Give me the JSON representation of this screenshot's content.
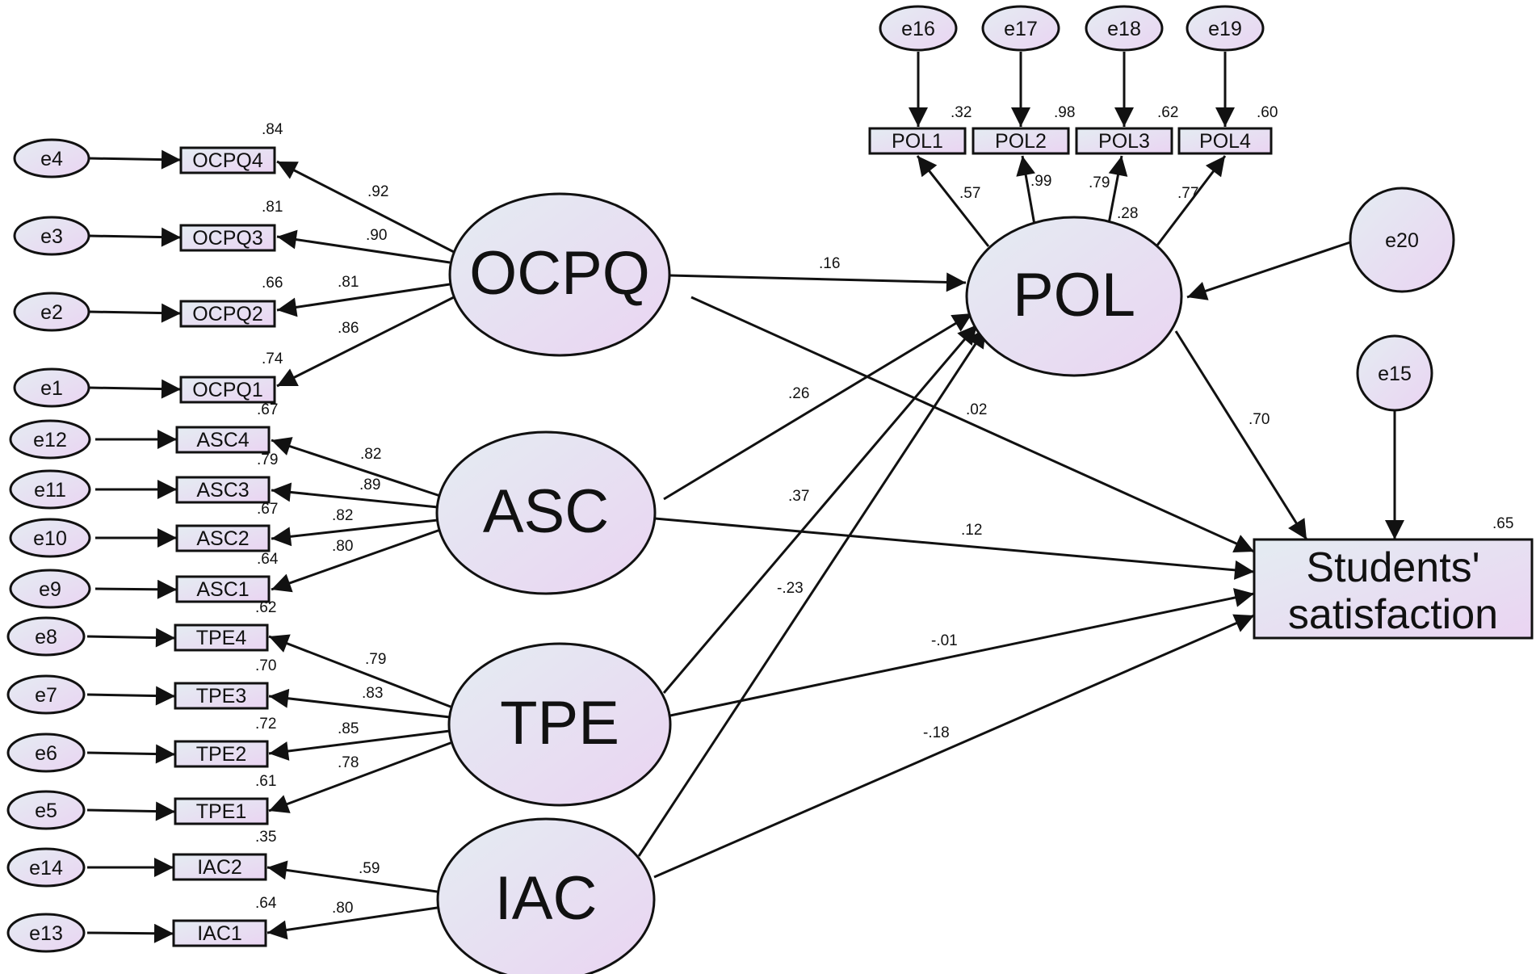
{
  "colors": {
    "node_fill_start": "#e4ecf2",
    "node_fill_end": "#ead4f2",
    "stroke": "#111111"
  },
  "latents": {
    "ocpq": "OCPQ",
    "asc": "ASC",
    "tpe": "TPE",
    "iac": "IAC",
    "pol": "POL"
  },
  "outcome": {
    "line1": "Students'",
    "line2": "satisfaction",
    "r2": ".65"
  },
  "errors": {
    "e1": "e1",
    "e2": "e2",
    "e3": "e3",
    "e4": "e4",
    "e5": "e5",
    "e6": "e6",
    "e7": "e7",
    "e8": "e8",
    "e9": "e9",
    "e10": "e10",
    "e11": "e11",
    "e12": "e12",
    "e13": "e13",
    "e14": "e14",
    "e15": "e15",
    "e16": "e16",
    "e17": "e17",
    "e18": "e18",
    "e19": "e19",
    "e20": "e20"
  },
  "indicators": {
    "ocpq4": {
      "label": "OCPQ4",
      "r2": ".84",
      "loading": ".92"
    },
    "ocpq3": {
      "label": "OCPQ3",
      "r2": ".81",
      "loading": ".90"
    },
    "ocpq2": {
      "label": "OCPQ2",
      "r2": ".66",
      "loading": ".81"
    },
    "ocpq1": {
      "label": "OCPQ1",
      "r2": ".74",
      "loading": ".86"
    },
    "asc4": {
      "label": "ASC4",
      "r2": ".67",
      "loading": ".82"
    },
    "asc3": {
      "label": "ASC3",
      "r2": ".79",
      "loading": ".89"
    },
    "asc2": {
      "label": "ASC2",
      "r2": ".67",
      "loading": ".82"
    },
    "asc1": {
      "label": "ASC1",
      "r2": ".64",
      "loading": ".80"
    },
    "tpe4": {
      "label": "TPE4",
      "r2": ".62",
      "loading": ".79"
    },
    "tpe3": {
      "label": "TPE3",
      "r2": ".70",
      "loading": ".83"
    },
    "tpe2": {
      "label": "TPE2",
      "r2": ".72",
      "loading": ".85"
    },
    "tpe1": {
      "label": "TPE1",
      "r2": ".61",
      "loading": ".78"
    },
    "iac2": {
      "label": "IAC2",
      "r2": ".35",
      "loading": ".59"
    },
    "iac1": {
      "label": "IAC1",
      "r2": ".64",
      "loading": ".80"
    },
    "pol1": {
      "label": "POL1",
      "r2": ".32",
      "loading": ".57"
    },
    "pol2": {
      "label": "POL2",
      "r2": ".98",
      "loading": ".99"
    },
    "pol3": {
      "label": "POL3",
      "r2": ".62",
      "loading": ".79"
    },
    "pol4": {
      "label": "POL4",
      "r2": ".60",
      "loading": ".77"
    }
  },
  "paths": {
    "ocpq_pol": ".16",
    "ocpq_ss": ".02",
    "asc_pol": ".26",
    "asc_ss": ".12",
    "tpe_pol": ".37",
    "tpe_ss": "-.01",
    "iac_pol": "-.23",
    "iac_ss": "-.18",
    "pol_ss": ".70",
    "pol_r2": ".28"
  }
}
